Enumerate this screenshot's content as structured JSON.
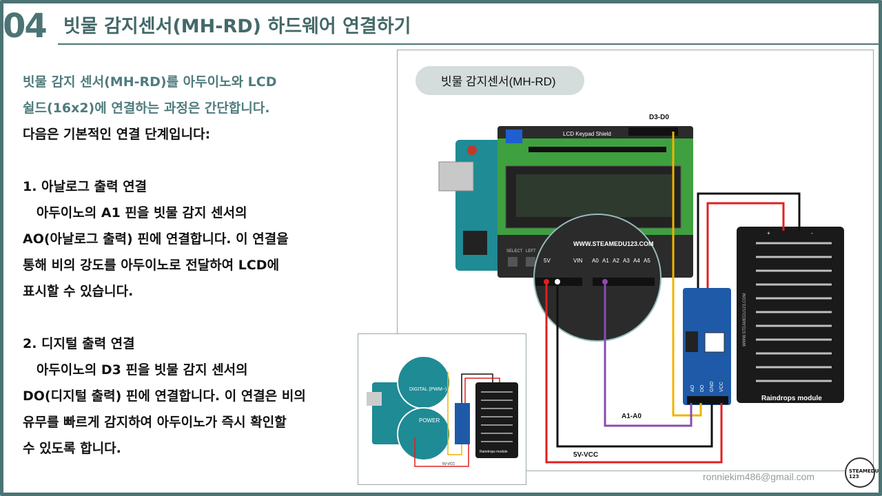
{
  "header": {
    "number": "04",
    "title": "빗물 감지센서(MH-RD) 하드웨어 연결하기"
  },
  "intro": {
    "line1": "빗물 감지 센서(MH-RD)를 아두이노와 LCD",
    "line2": "쉴드(16x2)에 연결하는 과정은 간단합니다.",
    "line3": "다음은 기본적인 연결 단계입니다:"
  },
  "step1": {
    "heading": "1. 아날로그 출력 연결",
    "line1": "   아두이노의 A1 핀을 빗물 감지 센서의",
    "line2": "AO(아날로그 출력) 핀에 연결합니다. 이 연결을",
    "line3": "통해 비의 강도를 아두이노로 전달하여 LCD에",
    "line4": "표시할 수 있습니다."
  },
  "step2": {
    "heading": "2. 디지털 출력 연결",
    "line1": "   아두이노의 D3 핀을 빗물 감지 센서의",
    "line2": "DO(디지털 출력) 핀에 연결합니다. 이 연결은 비의",
    "line3": "유무를 빠르게 감지하여 아두이노가 즉시 확인할",
    "line4": "수 있도록 합니다."
  },
  "diagram": {
    "pill_label": "빗물 감지센서(MH-RD)",
    "label_d3d0": "D3-D0",
    "label_a1a0": "A1-A0",
    "label_5vvcc": "5V-VCC",
    "lcd_shield_label": "LCD Keypad Shield",
    "shield_site": "WWW.STEAMEDU123.COM",
    "pin_labels": [
      "VIN",
      "A0",
      "A1",
      "A2",
      "A3",
      "A4",
      "A5"
    ],
    "pin_5v": "5V",
    "btn_select": "SELECT",
    "btn_left": "LEFT",
    "sensor_pins": [
      "AO",
      "DO",
      "GND",
      "VCC"
    ],
    "raindrops_label": "Raindrops module",
    "raindrops_site": "WWW.STEAMEDU123.COM",
    "plus": "+",
    "minus": "-"
  },
  "thumbnail": {
    "digital_label": "DIGITAL (PWM~)",
    "power_label": "POWER",
    "raindrops_label": "Raindrops module",
    "label_5vvcc": "5V-VCC"
  },
  "footer": {
    "email": "ronniekim486@gmail.com",
    "logo_text": "STEAMEDU 123"
  },
  "colors": {
    "teal": "#4c7475",
    "wire_red": "#e02020",
    "wire_black": "#111111",
    "wire_purple": "#8a4bb0",
    "wire_yellow": "#f0b400",
    "sensor_blue": "#1e5aa8",
    "lcd_green": "#3fa040"
  }
}
